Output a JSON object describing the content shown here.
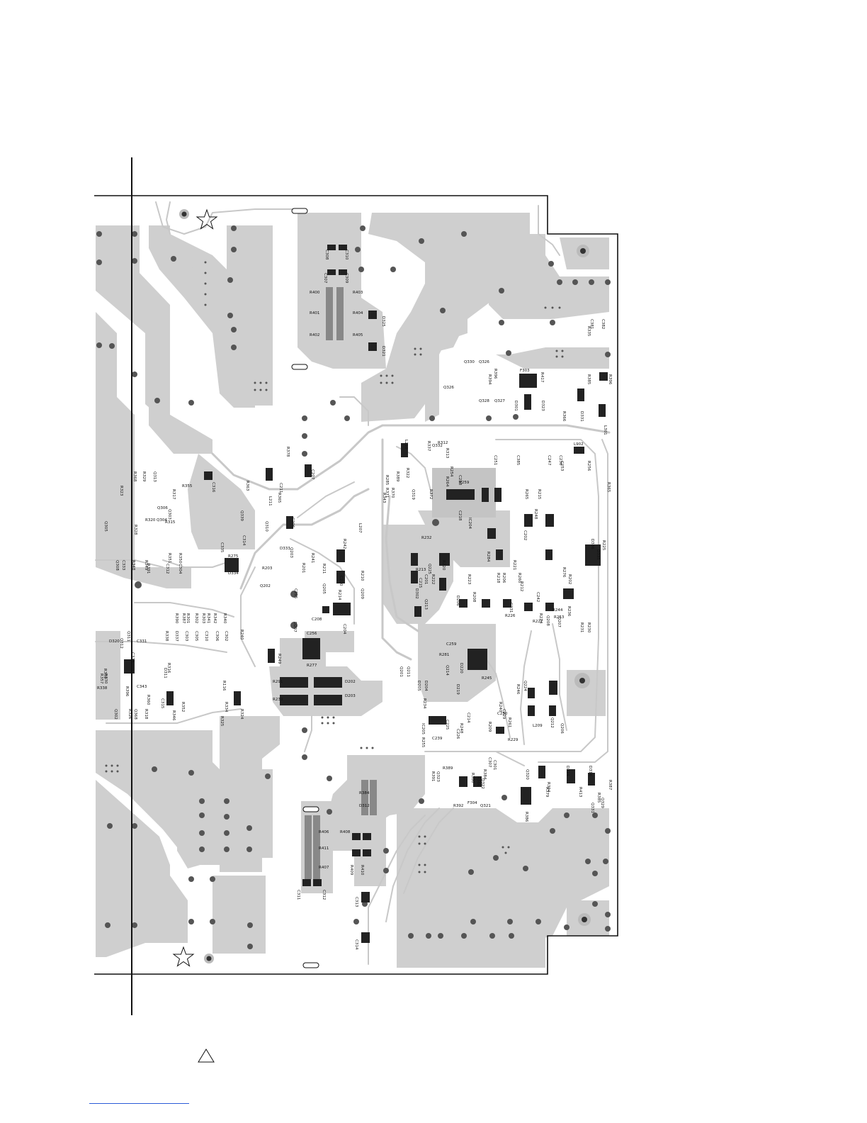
{
  "labels": [
    "C310",
    "C308",
    "C307",
    "C309",
    "R400",
    "R403",
    "R401",
    "R404",
    "R402",
    "R405",
    "D325",
    "D321",
    "C382",
    "C381",
    "R335",
    "Q330",
    "Q326",
    "R396",
    "R394",
    "F303",
    "R417",
    "R385",
    "R396",
    "Q326",
    "Q328",
    "Q327",
    "D301",
    "D323",
    "R366",
    "D331",
    "L301",
    "L210",
    "R337",
    "R312",
    "Q332",
    "R313",
    "L902",
    "C251",
    "C385",
    "C247",
    "C236",
    "C253",
    "R256",
    "R365",
    "R378",
    "C207",
    "L211",
    "R365",
    "R363",
    "C211",
    "Q310",
    "C206",
    "L207",
    "R285",
    "R389",
    "R322",
    "R368",
    "R329",
    "R328",
    "Q305",
    "Q306",
    "Q304",
    "Q303",
    "R315",
    "Q313",
    "R323",
    "C316",
    "Q339",
    "C314",
    "C333",
    "R348",
    "R349",
    "R320",
    "Q308",
    "R391",
    "C312",
    "C304",
    "R317",
    "R355",
    "R351",
    "R350",
    "R343",
    "R371",
    "R370",
    "R372",
    "Q319",
    "R254",
    "R264",
    "C258",
    "R259",
    "C218",
    "IC204",
    "R265",
    "R215",
    "R248",
    "C202",
    "C201",
    "R222",
    "R232",
    "Q213",
    "D302",
    "R220",
    "R284",
    "Q225",
    "R218",
    "R260",
    "R206",
    "R225",
    "D336",
    "D335",
    "R276",
    "R202",
    "R275",
    "D334",
    "D333",
    "Q203",
    "R203",
    "Q202",
    "R201",
    "R241",
    "C205",
    "R211",
    "Q205",
    "C210",
    "R214",
    "Q209",
    "R210",
    "R242",
    "R213",
    "C215",
    "R223",
    "R221",
    "R212",
    "C208",
    "C204",
    "C256",
    "R277",
    "D207",
    "D206",
    "R208",
    "C231",
    "C242",
    "R224",
    "R236",
    "Q207",
    "R227",
    "R226",
    "Q208",
    "R244",
    "R253",
    "Q201",
    "Q211",
    "R231",
    "R230",
    "C259",
    "R281",
    "Q214",
    "R245",
    "R246",
    "D220",
    "D219",
    "Q224",
    "R240",
    "C230",
    "R209",
    "R229",
    "C229",
    "L209",
    "Q212",
    "Q206",
    "R261",
    "R291",
    "R239",
    "D202",
    "D203",
    "D204",
    "D205",
    "R234",
    "C214",
    "C239",
    "R248",
    "IC205",
    "R255",
    "C225",
    "C226",
    "R240",
    "R249",
    "C335",
    "D320",
    "C331",
    "Q311",
    "Q312",
    "C313",
    "C315",
    "R316",
    "D311",
    "R357",
    "R339",
    "R338",
    "R396",
    "R318",
    "R360",
    "Q368",
    "R326",
    "R330",
    "R324",
    "R325",
    "R352",
    "R346",
    "R116",
    "C343",
    "Q302",
    "R387",
    "R390",
    "R301",
    "R302",
    "R303",
    "R341",
    "R342",
    "R340",
    "R334",
    "R338",
    "D337",
    "C303",
    "C305",
    "C310",
    "C306",
    "C302",
    "C301",
    "C307",
    "R389",
    "R391",
    "Q323",
    "R380",
    "Q322",
    "R384",
    "R386",
    "Q320",
    "R379",
    "R413",
    "D324",
    "D316",
    "R387",
    "R386",
    "R392",
    "F304",
    "Q321",
    "Q331",
    "Q329",
    "R385",
    "R394",
    "R384",
    "D312",
    "R406",
    "R408",
    "R411",
    "R407",
    "R409",
    "R410",
    "C311",
    "C312",
    "C313",
    "C314",
    "D326",
    "D328"
  ]
}
